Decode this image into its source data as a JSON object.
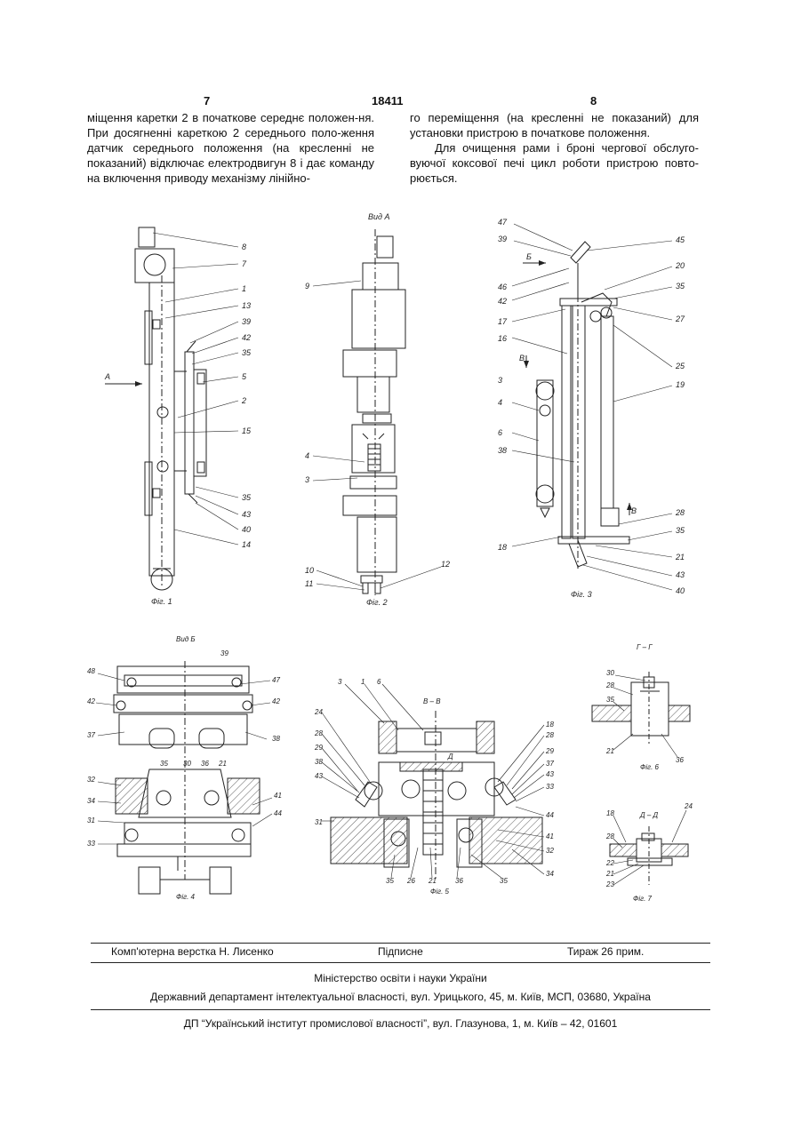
{
  "header": {
    "left_page": "7",
    "patent_number": "18411",
    "right_page": "8"
  },
  "col_left": [
    "міщення каретки 2 в початкове середнє положен-ня. При досягненні кареткою 2 середнього поло-ження датчик середнього положення (на кресленні не показаний) відключає електродвигун 8 і дає команду на включення приводу механізму лінійно-"
  ],
  "col_right": [
    "го переміщення (на кресленні не показаний) для установки пристрою в початкове положення.",
    "Для очищення рами і броні чергової обслуго-вуючої коксової печі цикл роботи пристрою повто-рюється."
  ],
  "figures": {
    "fig1": {
      "caption": "Фіг. 1",
      "view_arrow": "А",
      "callouts": [
        "8",
        "7",
        "1",
        "13",
        "39",
        "42",
        "35",
        "5",
        "2",
        "15",
        "35",
        "43",
        "40",
        "14"
      ]
    },
    "fig2": {
      "caption": "Фіг. 2",
      "view_title": "Вид А",
      "callouts": [
        "9",
        "4",
        "3",
        "10",
        "11",
        "12"
      ]
    },
    "fig3": {
      "caption": "Фіг. 3",
      "callouts_left": [
        "47",
        "39",
        "Б",
        "46",
        "42",
        "17",
        "16",
        "В",
        "3",
        "4",
        "6",
        "38",
        "18"
      ],
      "callouts_right": [
        "45",
        "20",
        "35",
        "27",
        "25",
        "19",
        "В",
        "28",
        "35",
        "21",
        "43",
        "40"
      ]
    },
    "fig4": {
      "caption": "Фіг. 4",
      "view_title": "Вид Б",
      "callouts": [
        "39",
        "48",
        "47",
        "42",
        "42",
        "37",
        "38",
        "35",
        "30",
        "36",
        "21",
        "32",
        "34",
        "31",
        "33",
        "41",
        "44"
      ]
    },
    "fig5": {
      "caption": "Фіг. 5",
      "section_title": "В – В",
      "callouts": [
        "3",
        "1",
        "6",
        "24",
        "28",
        "29",
        "38",
        "43",
        "31",
        "Д",
        "18",
        "28",
        "29",
        "37",
        "43",
        "33",
        "44",
        "41",
        "32",
        "34",
        "35",
        "26",
        "21",
        "36",
        "35"
      ]
    },
    "fig6": {
      "caption": "Фіг. 6",
      "section_title": "Г – Г",
      "callouts": [
        "30",
        "28",
        "35",
        "21",
        "36"
      ]
    },
    "fig7": {
      "caption": "Фіг. 7",
      "section_title": "Д – Д",
      "callouts": [
        "18",
        "24",
        "28",
        "22",
        "21",
        "23"
      ]
    }
  },
  "footer": {
    "compiler": "Комп'ютерна верстка Н. Лисенко",
    "signed": "Підписне",
    "circulation": "Тираж 26 прим.",
    "ministry": "Міністерство освіти і науки України",
    "department": "Державний департамент інтелектуальної власності, вул. Урицького, 45, м. Київ, МСП, 03680, Україна",
    "institute": "ДП “Український інститут промислової власності”, вул. Глазунова, 1, м. Київ – 42, 01601"
  }
}
